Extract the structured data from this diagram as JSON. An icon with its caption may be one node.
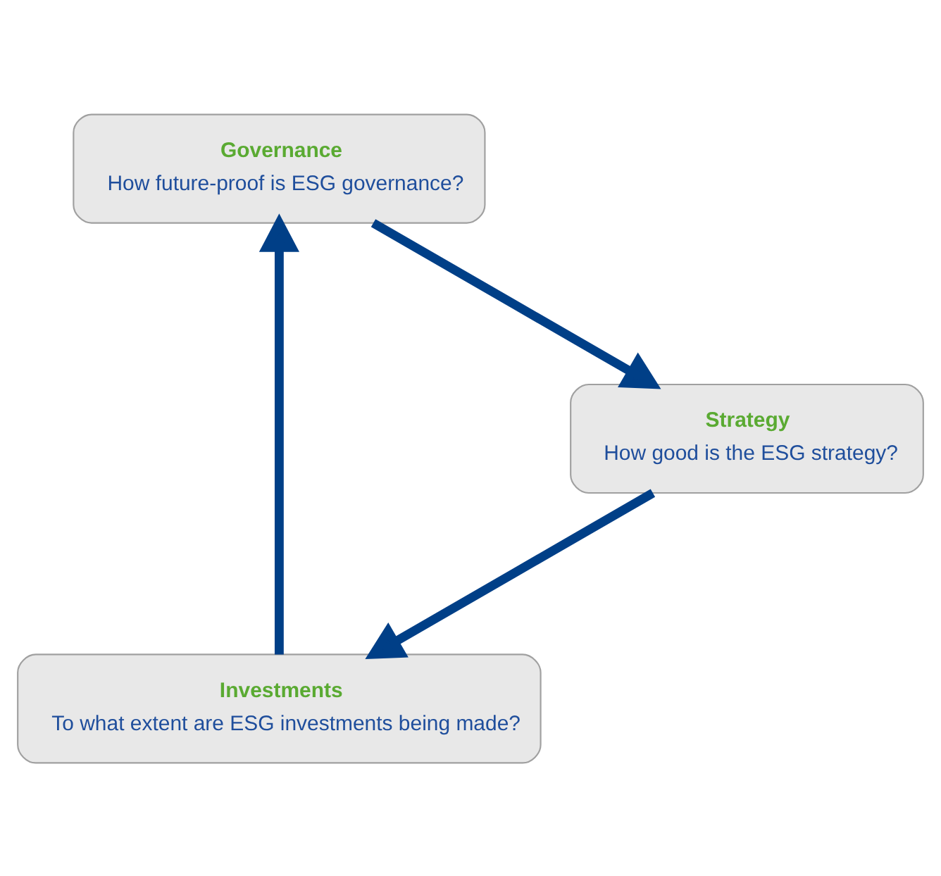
{
  "diagram": {
    "nodes": [
      {
        "text": [
          "Investments",
          "To what extent are ESG investments being made?"
        ]
      },
      {
        "text": [
          "Governance",
          "How future-proof is ESG governance?"
        ]
      },
      {
        "text": [
          "Strategy",
          "How good is the ESG strategy?"
        ]
      }
    ],
    "edges": [
      {
        "from": 0,
        "to": 1,
        "arrow": "to"
      },
      {
        "from": 1,
        "to": 2,
        "arrow": "to"
      },
      {
        "from": 2,
        "to": 0,
        "arrow": "to"
      }
    ]
  }
}
